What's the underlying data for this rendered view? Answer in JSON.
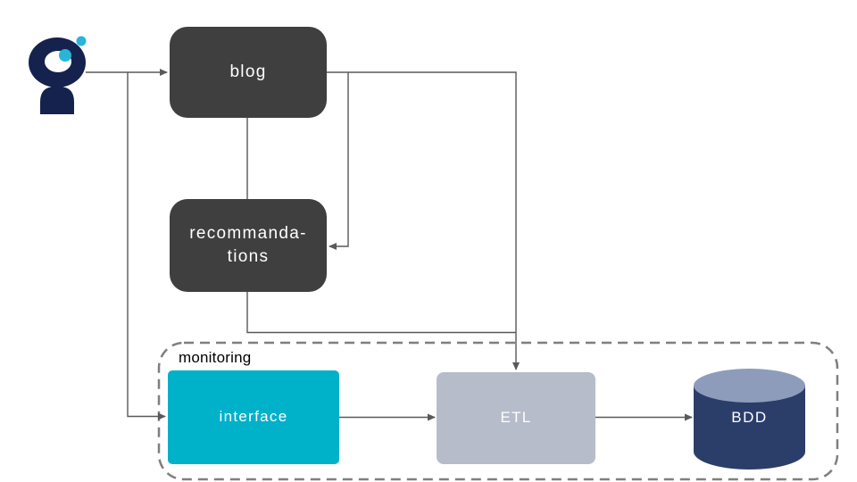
{
  "diagram": {
    "nodes": {
      "blog": {
        "label": "blog"
      },
      "recommendations": {
        "label": "recommanda-\ntions"
      },
      "interface": {
        "label": "interface"
      },
      "etl": {
        "label": "ETL"
      },
      "bdd": {
        "label": "BDD"
      }
    },
    "container": {
      "label": "monitoring"
    },
    "colors": {
      "node_dark": "#3f3f3f",
      "node_text": "#ffffff",
      "interface_bg": "#00b1ca",
      "etl_bg": "#b7bcca",
      "bdd_body": "#2b3d69",
      "bdd_top": "#8e9cbc",
      "line": "#595959",
      "dashed_border": "#7f7f7f",
      "logo_navy": "#15224e",
      "logo_teal": "#2ab5d6",
      "monitoring_text": "#000000",
      "background": "#ffffff"
    }
  }
}
